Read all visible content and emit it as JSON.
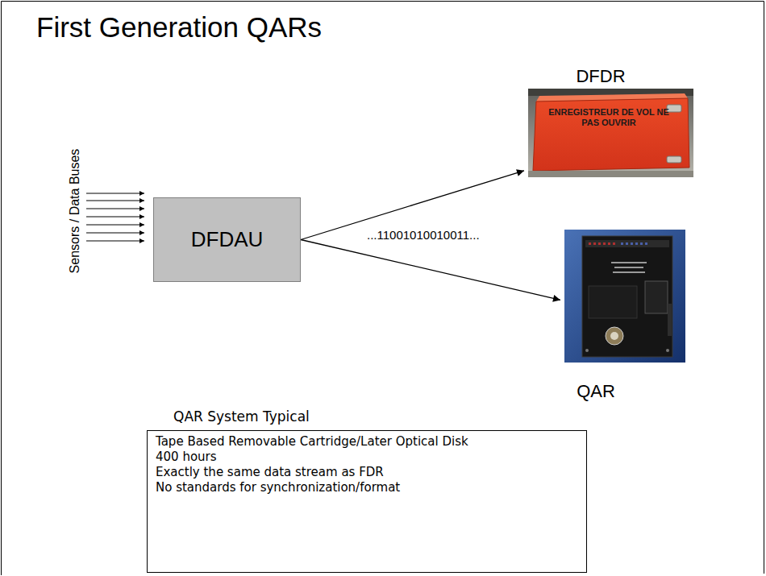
{
  "diagram": {
    "title": "First Generation QARs",
    "nodes": [
      {
        "text": [
          "DFDAU"
        ]
      },
      {
        "text": [
          "DFDR",
          "ENREGISTREUR DE VOL NE PAS OUVRIR"
        ]
      },
      {
        "text": [
          "QAR"
        ]
      },
      {
        "text": [
          "QAR System Typical",
          "Tape Based Removable Cartridge/Later Optical Disk",
          "400 hours",
          "Exactly the same data stream as FDR",
          "No standards for synchronization/format"
        ]
      }
    ],
    "edges": [
      {
        "from": 0,
        "to": 1,
        "arrow": "to",
        "label": "...11001010010011..."
      },
      {
        "from": 0,
        "to": 2,
        "arrow": "to"
      }
    ],
    "labels": [
      "Sensors / Data Buses"
    ]
  }
}
